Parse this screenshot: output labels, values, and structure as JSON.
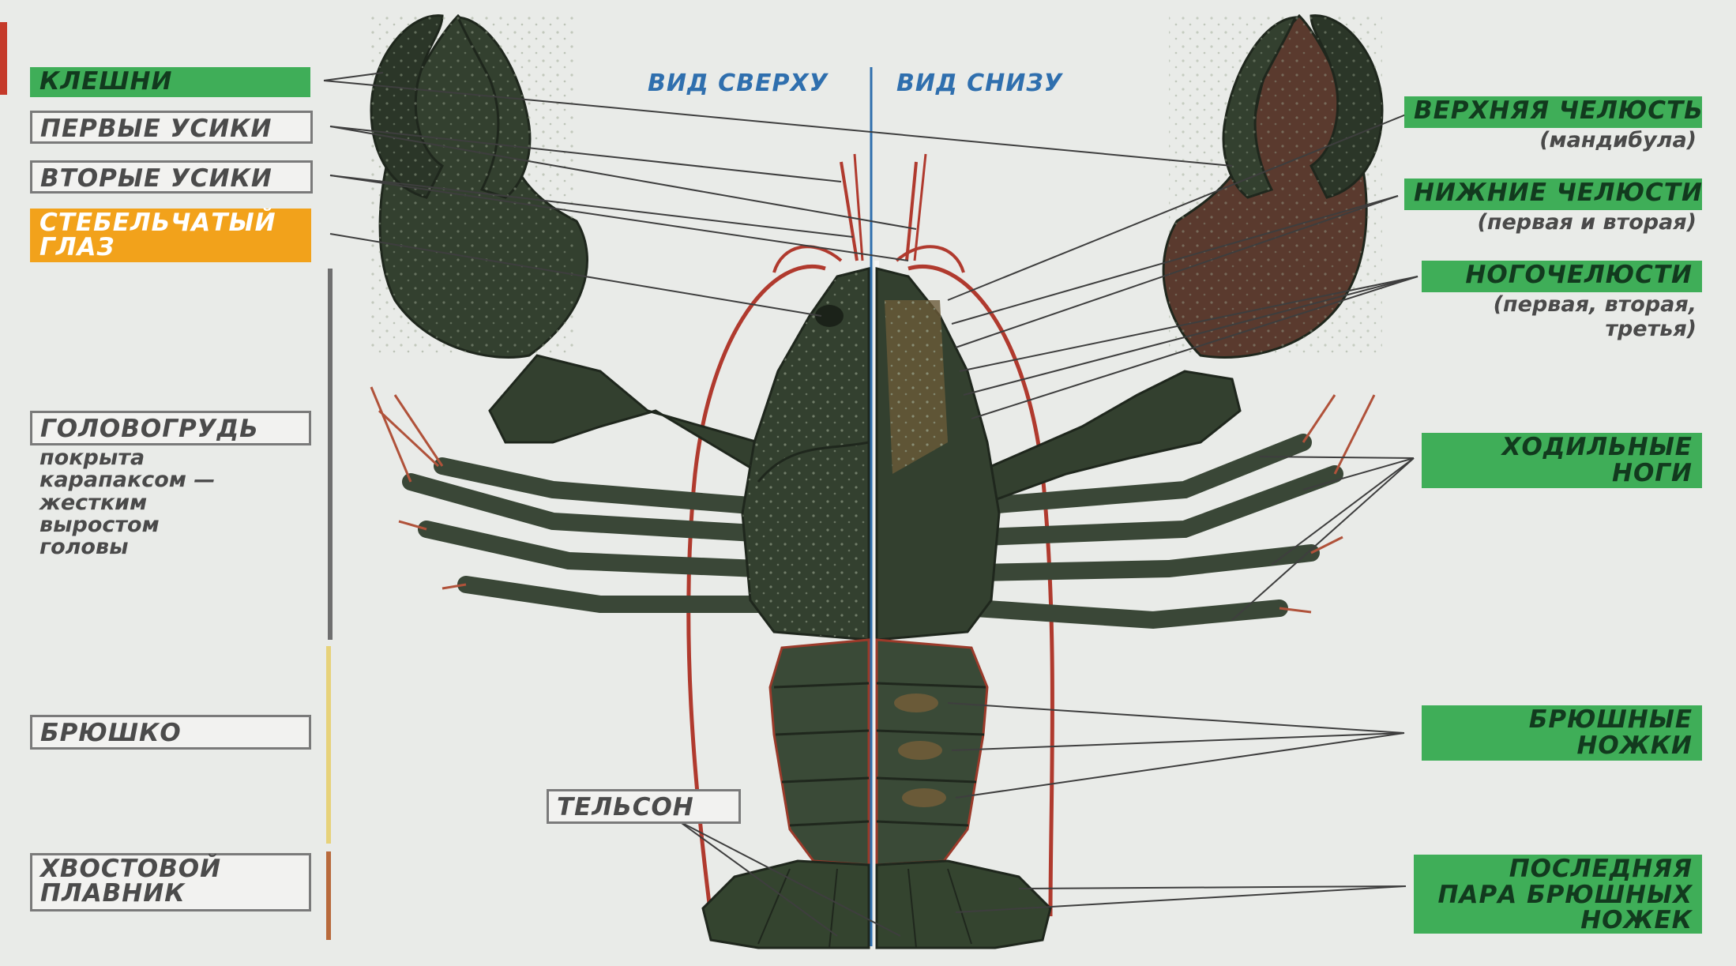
{
  "colors": {
    "background": "#e9ebe8",
    "label_green": "#3fae58",
    "label_orange": "#f2a21b",
    "divider_blue": "#2f6fae",
    "crayfish_body": "#33402f",
    "antenna_red": "#b03a2e"
  },
  "views": {
    "top": "ВИД СВЕРХУ",
    "bottom": "ВИД СНИЗУ"
  },
  "left_labels": {
    "claws": "КЛЕШНИ",
    "first_antennae": "ПЕРВЫЕ УСИКИ",
    "second_antennae": "ВТОРЫЕ УСИКИ",
    "stalked_eye": "СТЕБЕЛЬЧАТЫЙ ГЛАЗ",
    "cephalothorax": "ГОЛОВОГРУДЬ",
    "cephalothorax_note": "покрыта\nкарапаксом —\nжестким\nвыростом\nголовы",
    "abdomen": "БРЮШКО",
    "tail_fin": "ХВОСТОВОЙ ПЛАВНИК",
    "telson": "ТЕЛЬСОН"
  },
  "right_labels": {
    "upper_jaw": "ВЕРХНЯЯ ЧЕЛЮСТЬ",
    "upper_jaw_note": "(мандибула)",
    "lower_jaws": "НИЖНИЕ ЧЕЛЮСТИ",
    "lower_jaws_note": "(первая и вторая)",
    "maxillipeds": "НОГОЧЕЛЮСТИ",
    "maxillipeds_note": "(первая, вторая, третья)",
    "walking_legs": "ХОДИЛЬНЫЕ НОГИ",
    "swimmerets": "БРЮШНЫЕ НОЖКИ",
    "last_pair": "ПОСЛЕДНЯЯ ПАРА БРЮШНЫХ НОЖЕК"
  }
}
